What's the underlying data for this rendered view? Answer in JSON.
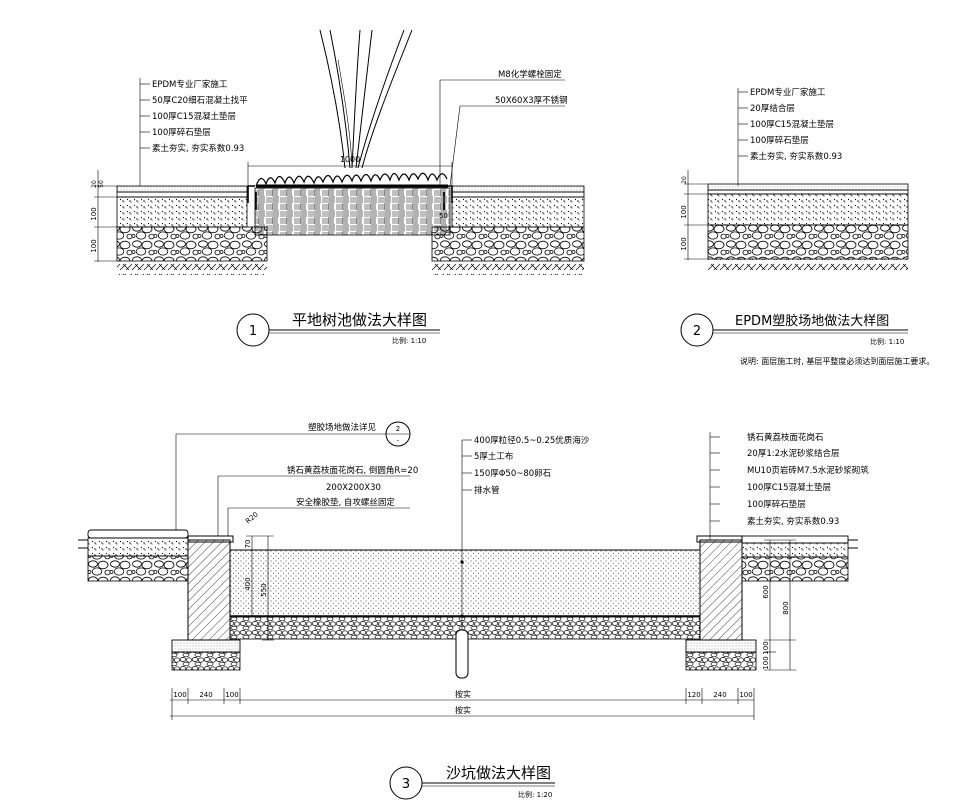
{
  "detail1": {
    "notes_left": [
      "EPDM专业厂家施工",
      "50厚C20细石混凝土找平",
      "100厚C15混凝土垫层",
      "100厚碎石垫层",
      "素土夯实, 夯实系数0.93"
    ],
    "notes_right": [
      "M8化学螺栓固定",
      "50X60X3厚不锈钢"
    ],
    "dim_top": "1000",
    "dim_side": [
      "100",
      "100"
    ],
    "dim_small": "50",
    "dim_thin": [
      "20",
      "50"
    ],
    "number": "1",
    "title": "平地树池做法大样图",
    "scale": "比例: 1:10"
  },
  "detail2": {
    "notes": [
      "EPDM专业厂家施工",
      "20厚结合层",
      "100厚C15混凝土垫层",
      "100厚碎石垫层",
      "素土夯实, 夯实系数0.93"
    ],
    "dim_side": [
      "100",
      "100"
    ],
    "dim_thin": "20",
    "number": "2",
    "title": "EPDM塑胶场地做法大样图",
    "scale": "比例: 1:10",
    "note": "说明: 面层施工时, 基层平整度必须达到面层施工要求。"
  },
  "detail3": {
    "ref_label": "塑胶场地做法详见",
    "ref_top": "2",
    "ref_bottom": "-",
    "notes_left": [
      "锈石黄荔枝面花岗石, 倒圆角R=20",
      "200X200X30",
      "安全橡胶垫, 自攻螺丝固定"
    ],
    "notes_mid": [
      "400厚粒径0.5~0.25优质海沙",
      "5厚土工布",
      "150厚Φ50~80卵石",
      "排水管"
    ],
    "notes_right": [
      "锈石黄荔枝面花岗石",
      "20厚1:2水泥砂浆结合层",
      "MU10页岩砖M7.5水泥砂浆砌筑",
      "100厚C15混凝土垫层",
      "100厚碎石垫层",
      "素土夯实, 夯实系数0.93"
    ],
    "radius": "R20",
    "dims_left_vertical": [
      "70",
      "400",
      "550"
    ],
    "dims_right_vertical": [
      "600",
      "800",
      "100",
      "100"
    ],
    "dims_bottom": [
      "100",
      "240",
      "100",
      "按实",
      "120",
      "240",
      "100"
    ],
    "dim_overall": "按实",
    "number": "3",
    "title": "沙坑做法大样图",
    "scale": "比例: 1:20"
  }
}
